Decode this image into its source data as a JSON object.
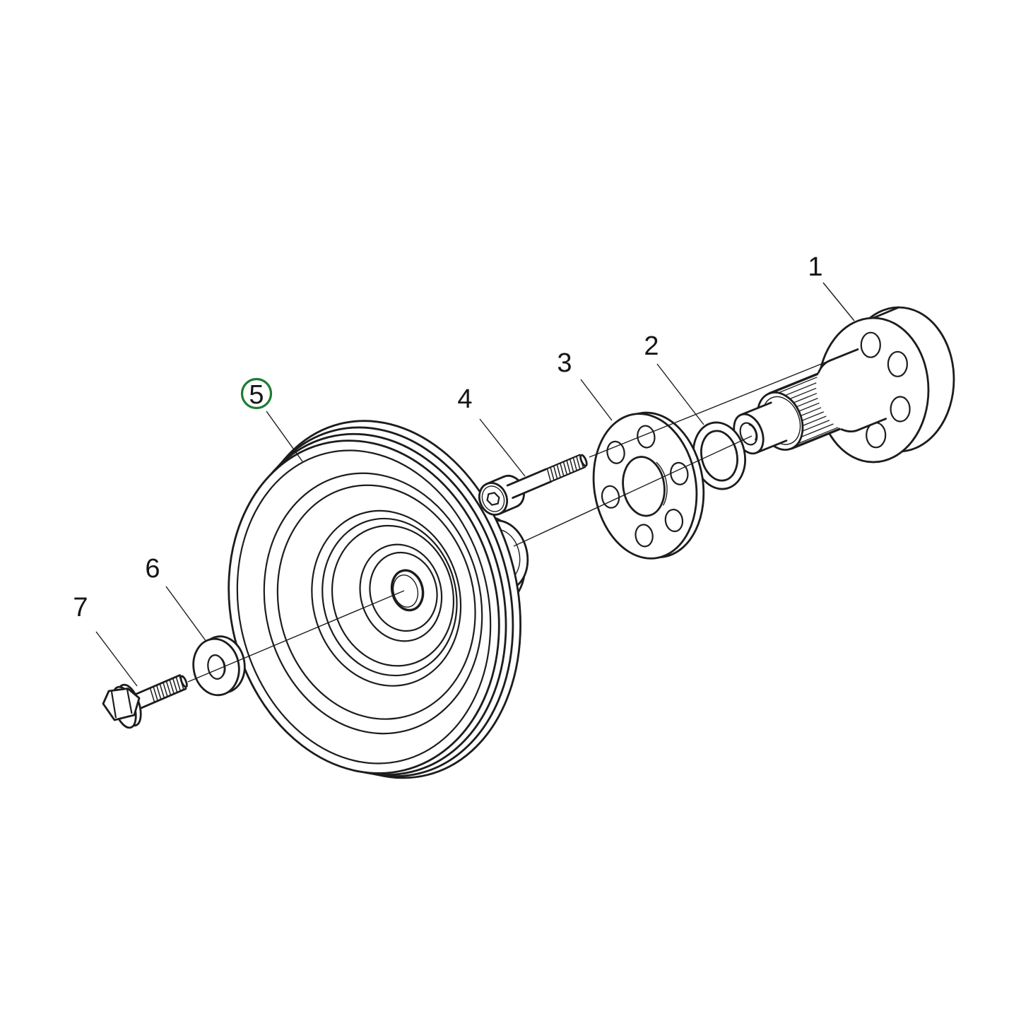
{
  "diagram": {
    "callouts": [
      {
        "number": "1",
        "highlighted": false
      },
      {
        "number": "2",
        "highlighted": false
      },
      {
        "number": "3",
        "highlighted": false
      },
      {
        "number": "4",
        "highlighted": false
      },
      {
        "number": "5",
        "highlighted": true
      },
      {
        "number": "6",
        "highlighted": false
      },
      {
        "number": "7",
        "highlighted": false
      }
    ]
  },
  "colors": {
    "line": "#1c1c1c",
    "background": "#ffffff",
    "highlight": "#1e7b33"
  }
}
